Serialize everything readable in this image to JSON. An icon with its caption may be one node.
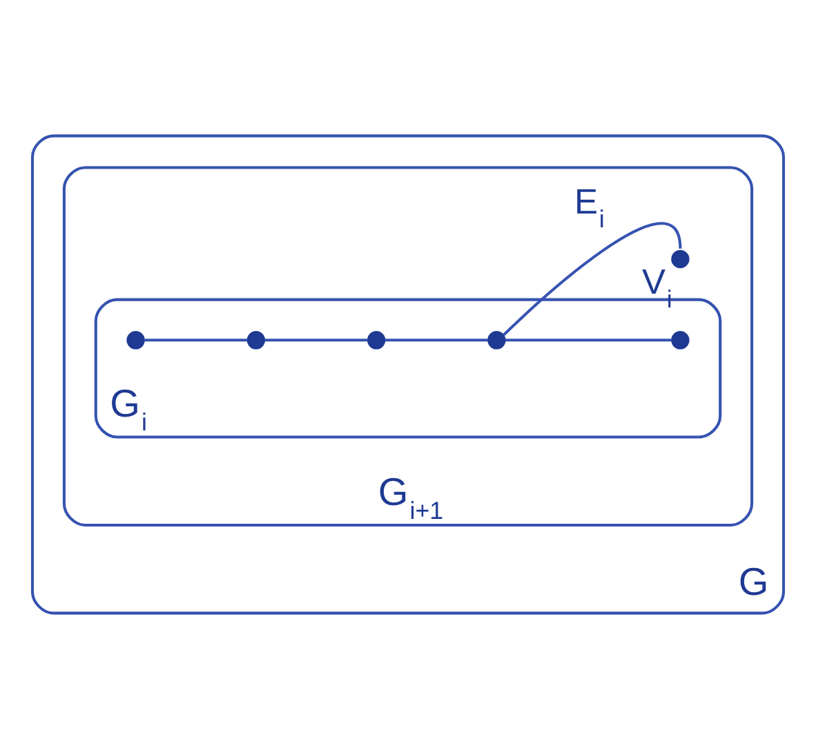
{
  "diagram": {
    "nodes": [
      {
        "text": [
          "G"
        ]
      },
      {
        "text": [
          "G$_{i+1}$"
        ],
        "in": 0
      },
      {
        "text": [
          "G$_{i}$"
        ],
        "in": 1
      },
      {
        "text": [],
        "shape": "dot",
        "in": 2
      },
      {
        "text": [],
        "shape": "dot",
        "in": 2
      },
      {
        "text": [],
        "shape": "dot",
        "in": 2
      },
      {
        "text": [],
        "shape": "dot",
        "in": 2
      },
      {
        "text": [],
        "shape": "dot",
        "in": 2
      },
      {
        "text": [],
        "shape": "dot",
        "in": 1,
        "beside": [
          "V$_{i}$"
        ]
      }
    ],
    "edges": [
      {
        "from": 3,
        "to": 4,
        "arrow": "none"
      },
      {
        "from": 4,
        "to": 5,
        "arrow": "none"
      },
      {
        "from": 5,
        "to": 6,
        "arrow": "none"
      },
      {
        "from": 6,
        "to": 7,
        "arrow": "none"
      },
      {
        "from": 6,
        "to": 8,
        "arrow": "none",
        "label": "E$_{i}$"
      }
    ]
  }
}
